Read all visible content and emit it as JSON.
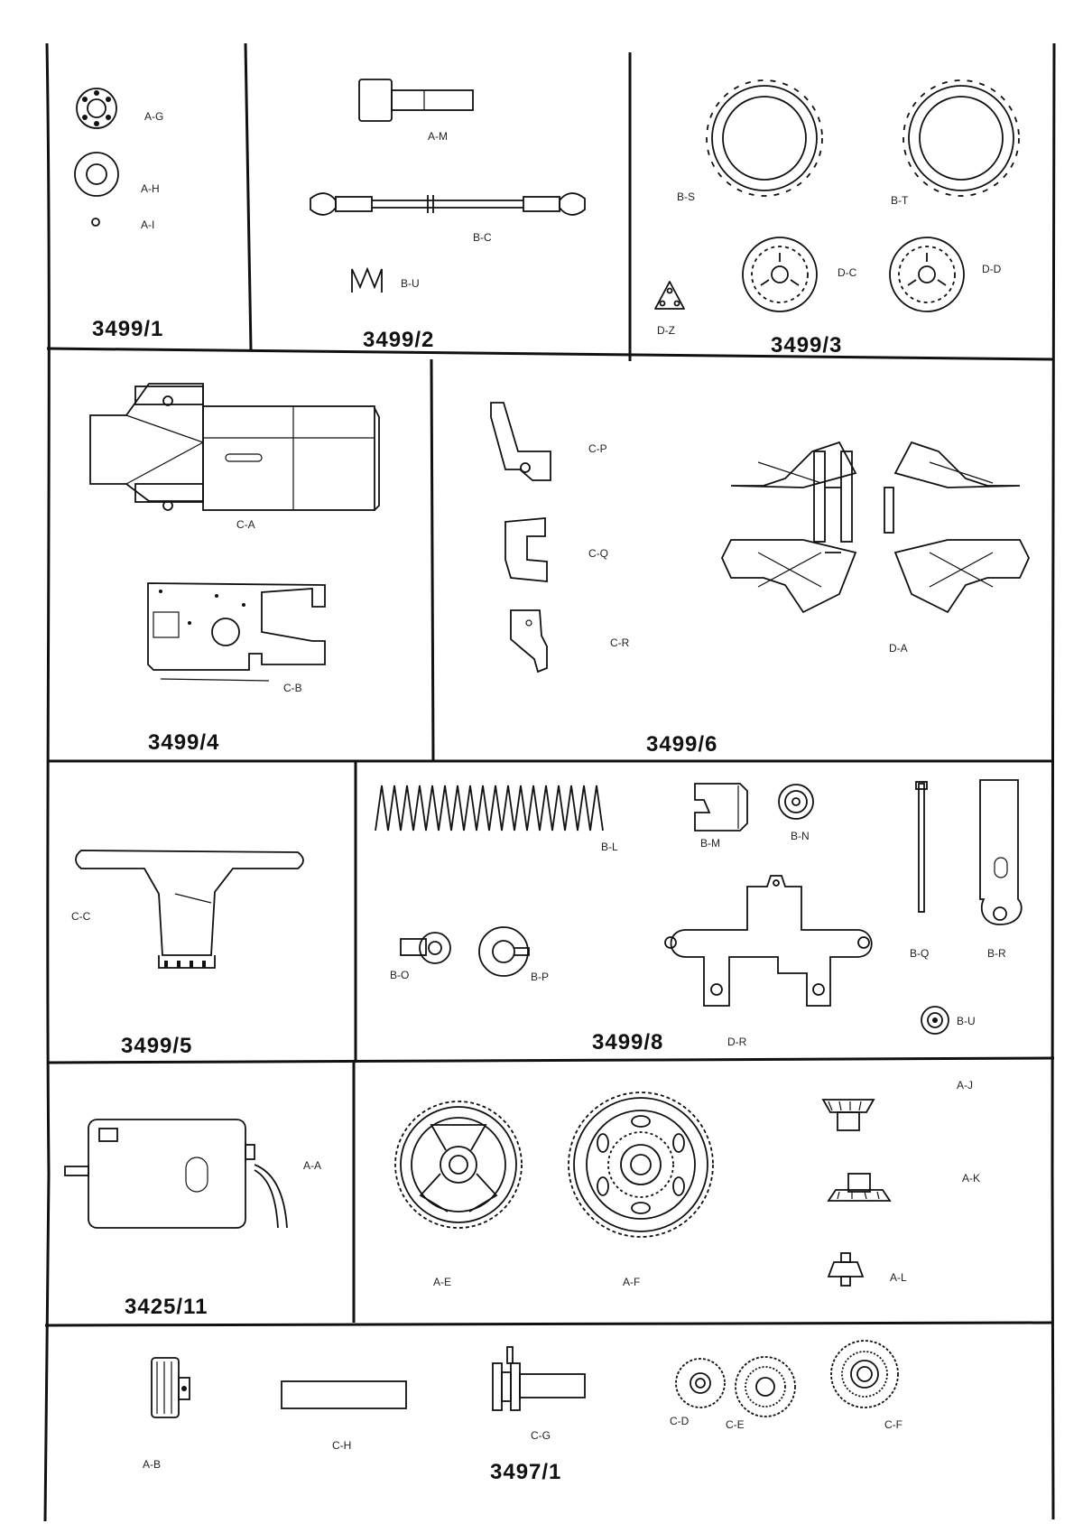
{
  "parts": {
    "ag": "A-G",
    "ah": "A-H",
    "ai": "A-I",
    "am": "A-M",
    "bc": "B-C",
    "bu_spring": "B-U",
    "bs": "B-S",
    "bt": "B-T",
    "dc": "D-C",
    "dd": "D-D",
    "dz": "D-Z",
    "ca": "C-A",
    "cb": "C-B",
    "cp": "C-P",
    "cq": "C-Q",
    "cr": "C-R",
    "da": "D-A",
    "cc": "C-C",
    "bl": "B-L",
    "bm": "B-M",
    "bn": "B-N",
    "bo": "B-O",
    "bp": "B-P",
    "bq": "B-Q",
    "br": "B-R",
    "bu_washer": "B-U",
    "dr": "D-R",
    "aa": "A-A",
    "ae": "A-E",
    "af": "A-F",
    "aj": "A-J",
    "ak": "A-K",
    "al": "A-L",
    "ab": "A-B",
    "ch": "C-H",
    "cg": "C-G",
    "cd": "C-D",
    "ce": "C-E",
    "cf": "C-F"
  },
  "kits": {
    "k1": "3499/1",
    "k2": "3499/2",
    "k3": "3499/3",
    "k4": "3499/4",
    "k6": "3499/6",
    "k5": "3499/5",
    "k8": "3499/8",
    "k11": "3425/11",
    "k97": "3497/1"
  }
}
